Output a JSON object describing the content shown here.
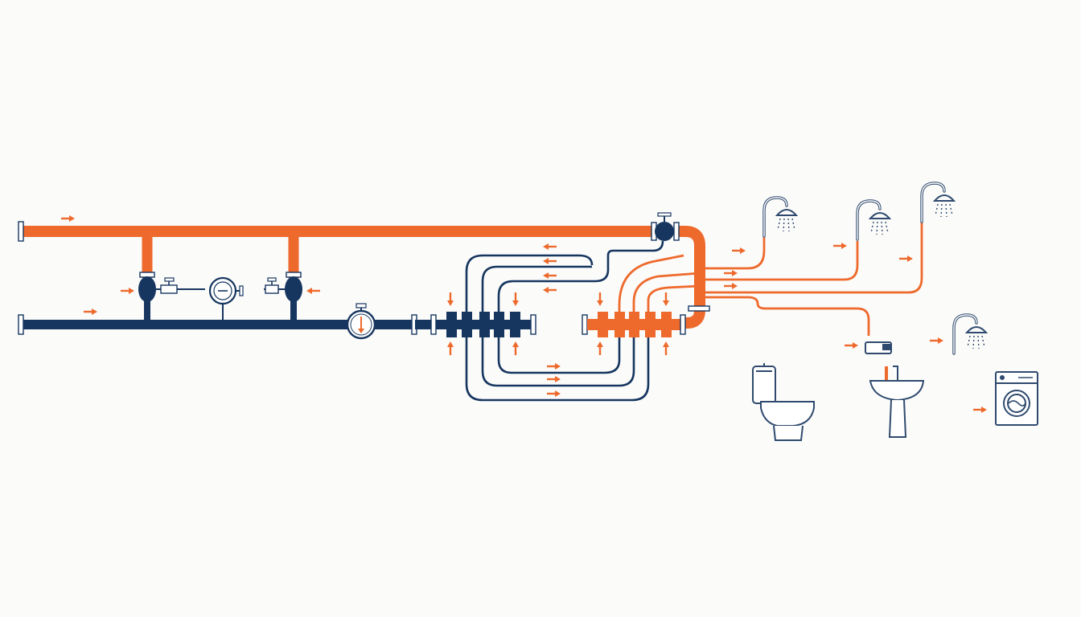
{
  "diagram": {
    "type": "plumbing-schematic",
    "colors": {
      "background": "#fbfbfa",
      "hot_water": "#ee6a2c",
      "cold_water": "#16365f",
      "fixture_outline": "#2f4a6e"
    },
    "pipes": {
      "hot_supply_main": "hot",
      "cold_supply_main": "cold",
      "cold_manifold_loops": "cold",
      "hot_distribution_lines": "hot"
    },
    "components": [
      "cold-manifold",
      "hot-manifold",
      "water-meter",
      "pressure-gauge",
      "shutoff-valve",
      "mixing-valve"
    ],
    "fixtures": [
      {
        "id": "shower-1",
        "icon": "shower-icon"
      },
      {
        "id": "shower-2",
        "icon": "shower-icon"
      },
      {
        "id": "shower-3",
        "icon": "shower-icon"
      },
      {
        "id": "shower-4",
        "icon": "shower-icon"
      },
      {
        "id": "toilet",
        "icon": "toilet-icon"
      },
      {
        "id": "sink",
        "icon": "sink-icon"
      },
      {
        "id": "washing-machine",
        "icon": "washing-machine-icon"
      }
    ],
    "flow_arrows": "arrow-icon"
  }
}
